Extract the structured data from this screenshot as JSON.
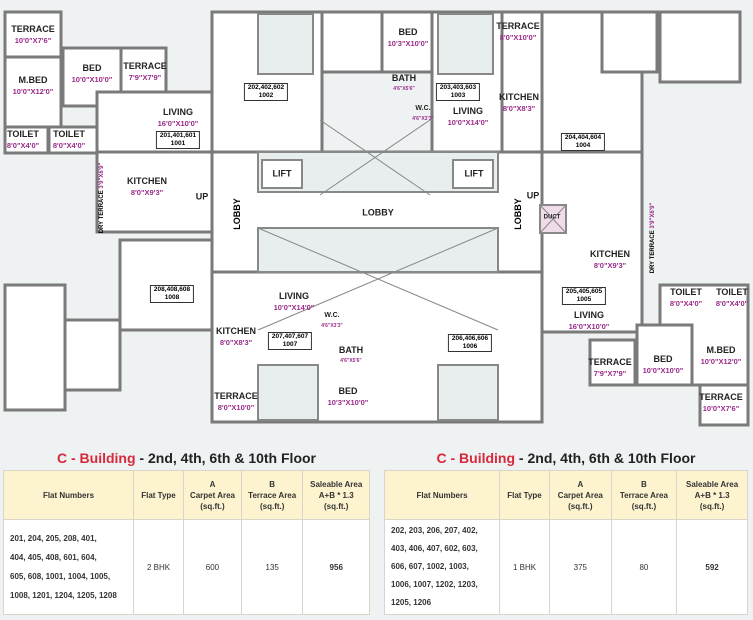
{
  "plan": {
    "w1": {
      "terrace": [
        "TERRACE",
        "10'0\"X7'6\""
      ],
      "mbed": [
        "M.BED",
        "10'0\"X12'0\""
      ],
      "bed": [
        "BED",
        "10'0\"X10'0\""
      ],
      "terrace2": [
        "TERRACE",
        "7'9\"X7'9\""
      ],
      "living": [
        "LIVING",
        "16'0\"X10'0\""
      ],
      "flat": [
        "201,401,601",
        "1001"
      ],
      "toilet1": [
        "TOILET",
        "8'0\"X4'0\""
      ],
      "toilet2": [
        "TOILET",
        "8'0\"X4'0\""
      ],
      "kitchen": [
        "KITCHEN",
        "8'0\"X9'3\""
      ],
      "dry": "DRY TERRACE",
      "drydim": "3'9\"X6'9\"",
      "up": "UP"
    },
    "n1": {
      "flat": [
        "202,402,602",
        "1002"
      ],
      "bed": [
        "BED",
        "10'3\"X10'0\""
      ],
      "bath": [
        "BATH",
        "4'6\"X5'6\""
      ],
      "wc": [
        "W.C.",
        "4'6\"X3'3\""
      ]
    },
    "n2": {
      "flat": [
        "203,403,603",
        "1003"
      ],
      "terrace": [
        "TERRACE",
        "8'0\"X10'0\""
      ],
      "kitchen": [
        "KITCHEN",
        "8'0\"X8'3\""
      ],
      "living": [
        "LIVING",
        "10'0\"X14'0\""
      ]
    },
    "core": {
      "lift": "LIFT",
      "lobby": "LOBBY",
      "duct": "DUCT",
      "up": "UP"
    },
    "e1": {
      "flat": [
        "204,404,604",
        "1004"
      ]
    },
    "e2": {
      "kitchen": [
        "KITCHEN",
        "8'0\"X9'3\""
      ],
      "flat": [
        "205,405,605",
        "1005"
      ],
      "living": [
        "LIVING",
        "16'0\"X10'0\""
      ],
      "toilet1": [
        "TOILET",
        "8'0\"X4'0\""
      ],
      "toilet2": [
        "TOILET",
        "8'0\"X4'0\""
      ],
      "terrace": [
        "TERRACE",
        "7'9\"X7'9\""
      ],
      "bed": [
        "BED",
        "10'0\"X10'0\""
      ],
      "mbed": [
        "M.BED",
        "10'0\"X12'0\""
      ],
      "terrace2": [
        "TERRACE",
        "10'0\"X7'6\""
      ],
      "dry": "DRY TERRACE",
      "drydim": "3'9\"X6'9\""
    },
    "s1": {
      "flat": [
        "208,408,608",
        "1008"
      ]
    },
    "s2": {
      "living": [
        "LIVING",
        "10'0\"X14'0\""
      ],
      "kitchen": [
        "KITCHEN",
        "8'0\"X8'3\""
      ],
      "flat": [
        "207,407,607",
        "1007"
      ],
      "wc": [
        "W.C.",
        "4'6\"X3'3\""
      ],
      "bath": [
        "BATH",
        "4'6\"X5'6\""
      ],
      "terrace": [
        "TERRACE",
        "8'0\"X10'0\""
      ],
      "bed": [
        "BED",
        "10'3\"X10'0\""
      ]
    },
    "s3": {
      "flat": [
        "206,406,606",
        "1006"
      ]
    }
  },
  "tables": [
    {
      "title_red": "C - Building",
      "title_rest": " - 2nd, 4th, 6th & 10th Floor",
      "headers": [
        "Flat Numbers",
        "Flat Type",
        "A\nCarpet Area\n(sq.ft.)",
        "B\nTerrace Area\n(sq.ft.)",
        "Saleable Area\nA+B * 1.3\n(sq.ft.)"
      ],
      "flats": [
        "201, 204, 205, 208, 401,",
        "404, 405, 408, 601, 604,",
        "605, 608, 1001, 1004, 1005,",
        "1008, 1201, 1204, 1205, 1208"
      ],
      "type": "2 BHK",
      "carpet": "600",
      "terrace": "135",
      "saleable": "956"
    },
    {
      "title_red": "C - Building",
      "title_rest": " - 2nd, 4th, 6th & 10th Floor",
      "headers": [
        "Flat Numbers",
        "Flat Type",
        "A\nCarpet Area\n(sq.ft.)",
        "B\nTerrace Area\n(sq.ft.)",
        "Saleable Area\nA+B * 1.3\n(sq.ft.)"
      ],
      "flats": [
        "202, 203, 206, 207, 402,",
        "403, 406, 407, 602, 603,",
        "606, 607, 1002, 1003,",
        "1006, 1007, 1202, 1203,",
        "1205, 1206"
      ],
      "type": "1 BHK",
      "carpet": "375",
      "terrace": "80",
      "saleable": "592"
    }
  ]
}
